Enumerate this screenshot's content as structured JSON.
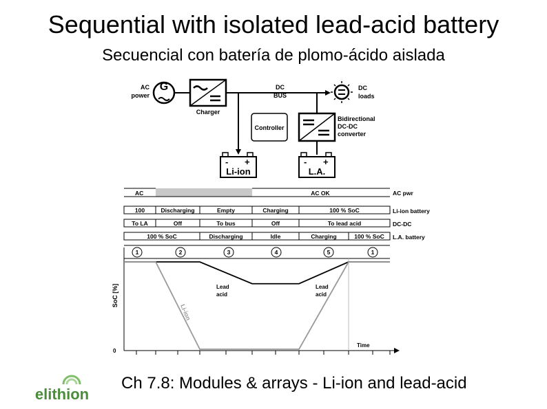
{
  "title": "Sequential with isolated lead-acid battery",
  "subtitle": "Secuencial con batería de plomo-ácido aislada",
  "footer": "Ch 7.8: Modules & arrays - Li-ion and lead-acid",
  "logo": {
    "text": "elithion",
    "color": "#4a8c3a"
  },
  "schematic": {
    "ac_power": [
      "AC",
      "power"
    ],
    "generator_symbol": "G",
    "charger": "Charger",
    "dc_bus": [
      "DC",
      "BUS"
    ],
    "dc_loads": [
      "DC",
      "loads"
    ],
    "controller": "Controller",
    "bidirectional": [
      "Bidirectional",
      "DC-DC",
      "converter"
    ],
    "li_battery": {
      "minus": "-",
      "plus": "+",
      "name": "Li-ion"
    },
    "la_battery": {
      "minus": "-",
      "plus": "+",
      "name": "L.A."
    }
  },
  "timeline": {
    "rows": [
      {
        "label": "AC pwr",
        "cells": [
          "AC",
          "",
          "AC OK"
        ]
      },
      {
        "label": "Li-ion battery",
        "cells": [
          "100",
          "Discharging",
          "Empty",
          "Charging",
          "100 % SoC"
        ]
      },
      {
        "label": "DC-DC",
        "cells": [
          "To LA",
          "Off",
          "To bus",
          "Off",
          "To lead acid"
        ]
      },
      {
        "label": "L.A. battery",
        "cells": [
          "100 % SoC",
          "Discharging",
          "Idle",
          "Charging",
          "100 % SoC"
        ]
      }
    ],
    "phases": [
      "1",
      "2",
      "3",
      "4",
      "5",
      "1"
    ]
  },
  "chart_data": {
    "type": "line",
    "ylabel": "SoC [%]",
    "xlabel": "Time",
    "y_zero_label": "0",
    "series": [
      {
        "label": "Li-ion",
        "points": [
          [
            0,
            100
          ],
          [
            1,
            100
          ],
          [
            2,
            0
          ],
          [
            3,
            0
          ],
          [
            4,
            0
          ],
          [
            5,
            100
          ],
          [
            6,
            100
          ]
        ]
      },
      {
        "label": "Lead acid",
        "points": [
          [
            0,
            100
          ],
          [
            1,
            100
          ],
          [
            2,
            100
          ],
          [
            3,
            75
          ],
          [
            4,
            75
          ],
          [
            5,
            100
          ],
          [
            6,
            100
          ]
        ]
      }
    ],
    "annotations": [
      "Lead acid",
      "Lead acid"
    ]
  }
}
